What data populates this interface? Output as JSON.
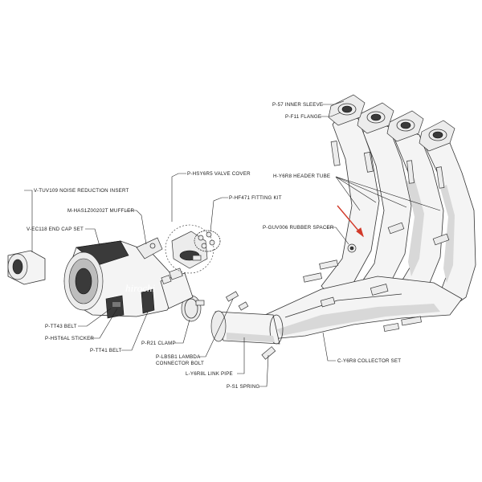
{
  "diagram": {
    "accent_color": "#d23a2a",
    "watermark": "hirochi",
    "labels": [
      {
        "id": "inner-sleeve",
        "text": "P-57  INNER SLEEVE"
      },
      {
        "id": "flange",
        "text": "P-F11  FLANGE"
      },
      {
        "id": "header-tube",
        "text": "H-Y6R8  HEADER TUBE"
      },
      {
        "id": "valve-cover",
        "text": "P-HSY6R5  VALVE COVER"
      },
      {
        "id": "fitting-kit",
        "text": "P-HF471  FITTING KIT"
      },
      {
        "id": "noise-insert",
        "text": "V-TUV109  NOISE REDUCTION INSERT"
      },
      {
        "id": "muffler",
        "text": "M-HAS1Z00202T  MUFFLER"
      },
      {
        "id": "end-cap",
        "text": "V-EC118  END CAP SET"
      },
      {
        "id": "rubber-spacer",
        "text": "P-GUV006  RUBBER SPACER"
      },
      {
        "id": "belt-43",
        "text": "P-TT43  BELT"
      },
      {
        "id": "sticker",
        "text": "P-HST6AL  STICKER"
      },
      {
        "id": "belt-41",
        "text": "P-TT41  BELT"
      },
      {
        "id": "clamp",
        "text": "P-R21  CLAMP"
      },
      {
        "id": "lambda-bolt-1",
        "text": "P-LBSB1  LAMBDA"
      },
      {
        "id": "lambda-bolt-2",
        "text": "CONNECTOR BOLT"
      },
      {
        "id": "link-pipe",
        "text": "L-Y6R8L  LINK PIPE"
      },
      {
        "id": "spring",
        "text": "P-S1  SPRING"
      },
      {
        "id": "collector-set",
        "text": "C-Y6R8  COLLECTOR SET"
      }
    ]
  }
}
